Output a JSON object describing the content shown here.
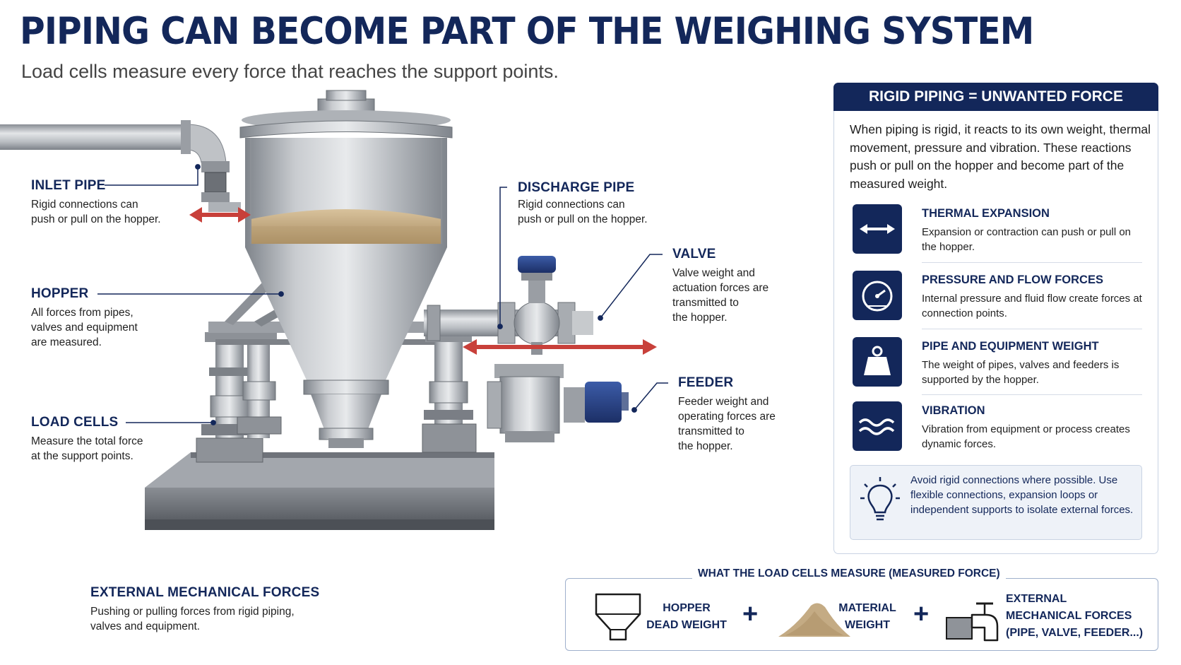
{
  "title": "PIPING CAN BECOME PART OF THE WEIGHING SYSTEM",
  "subtitle": "Load cells measure every force that reaches the support points.",
  "callouts": {
    "inlet": {
      "title": "INLET PIPE",
      "desc": "Rigid connections can\npush or pull on the hopper."
    },
    "hopper": {
      "title": "HOPPER",
      "desc": "All forces from pipes,\nvalves and equipment\nare measured."
    },
    "load_cells": {
      "title": "LOAD CELLS",
      "desc": "Measure the total force\nat the support points."
    },
    "discharge": {
      "title": "DISCHARGE PIPE",
      "desc": "Rigid connections can\npush or pull on the hopper."
    },
    "valve": {
      "title": "VALVE",
      "desc": "Valve weight and\nactuation forces are\ntransmitted to\nthe hopper."
    },
    "feeder": {
      "title": "FEEDER",
      "desc": "Feeder weight and\noperating forces are\ntransmitted to\nthe hopper."
    }
  },
  "legend": {
    "title": "EXTERNAL MECHANICAL FORCES",
    "desc": "Pushing or pulling forces from rigid piping,\nvalves and equipment."
  },
  "panel": {
    "header": "RIGID PIPING = UNWANTED FORCE",
    "intro": "When piping is rigid, it reacts to its own weight, thermal movement, pressure and vibration. These reactions push or pull on the hopper and become part of the measured weight.",
    "causes": [
      {
        "icon": "double-arrow-icon",
        "title": "THERMAL EXPANSION",
        "desc": "Expansion or contraction can push or pull on the hopper."
      },
      {
        "icon": "gauge-icon",
        "title": "PRESSURE AND FLOW FORCES",
        "desc": "Internal pressure and fluid flow create forces at connection points."
      },
      {
        "icon": "weight-icon",
        "title": "PIPE AND EQUIPMENT WEIGHT",
        "desc": "The weight of pipes, valves and feeders is supported by the hopper."
      },
      {
        "icon": "wave-icon",
        "title": "VIBRATION",
        "desc": "Vibration from equipment or process creates dynamic forces."
      }
    ],
    "tip": "Avoid rigid connections where possible. Use flexible connections, expansion loops or independent supports to isolate external forces."
  },
  "measured": {
    "title": "WHAT THE LOAD CELLS MEASURE (MEASURED FORCE)",
    "items": [
      {
        "icon": "hopper-icon",
        "label": "HOPPER\nDEAD WEIGHT"
      },
      {
        "icon": "material-pile-icon",
        "label": "MATERIAL\nWEIGHT"
      },
      {
        "icon": "pipe-valve-icon",
        "label": "EXTERNAL\nMECHANICAL FORCES\n(PIPE, VALVE, FEEDER...)"
      }
    ],
    "operator": "+"
  },
  "colors": {
    "navy": "#13275a",
    "force_arrow": "#c8403a",
    "steel": "#a9adb3",
    "material": "#c4ab84"
  }
}
